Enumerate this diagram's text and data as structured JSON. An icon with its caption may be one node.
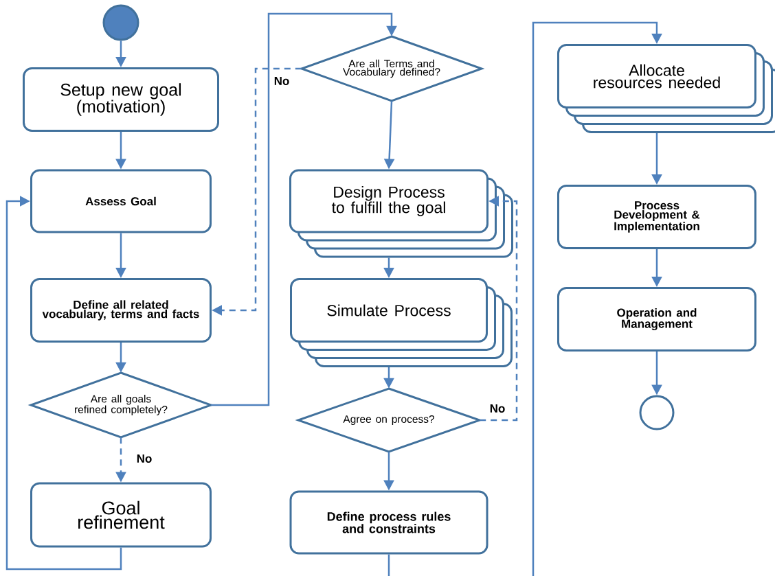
{
  "diagram": {
    "nodes": [
      {
        "text": [],
        "shape": "circle"
      },
      {
        "text": [
          "Setup new goal (motivation)"
        ]
      },
      {
        "text": [
          "Assess Goal"
        ]
      },
      {
        "text": [
          "Define all related vocabulary, terms and facts"
        ]
      },
      {
        "text": [
          "Are all goals refined completely?"
        ]
      },
      {
        "text": [
          "Goal refinement"
        ]
      },
      {
        "text": [
          "Are all Terms and Vocabulary defined?"
        ]
      },
      {
        "text": [
          "Design Process to fulfill the goal"
        ]
      },
      {
        "text": [
          "Simulate Process"
        ]
      },
      {
        "text": [
          "Agree on process?"
        ]
      },
      {
        "text": [
          "Define process rules and constraints"
        ]
      },
      {
        "text": [
          "Allocate resources needed"
        ]
      },
      {
        "text": [
          "Process Development & Implementation"
        ]
      },
      {
        "text": [
          "Operation and Management"
        ]
      },
      {
        "text": [],
        "shape": "circle"
      }
    ],
    "edges": [
      {
        "from": 0,
        "to": 1,
        "arrow": "to"
      },
      {
        "from": 1,
        "to": 2,
        "arrow": "to"
      },
      {
        "from": 2,
        "to": 3,
        "arrow": "to"
      },
      {
        "from": 3,
        "to": 4,
        "arrow": "to"
      },
      {
        "from": 4,
        "to": 5,
        "arrow": "to",
        "label": "No",
        "style": "dashed"
      },
      {
        "from": 5,
        "to": 2,
        "arrow": "to"
      },
      {
        "from": 4,
        "to": 6,
        "arrow": "to"
      },
      {
        "from": 6,
        "to": 3,
        "arrow": "to",
        "label": "No",
        "style": "dashed"
      },
      {
        "from": 6,
        "to": 7,
        "arrow": "to"
      },
      {
        "from": 7,
        "to": 8,
        "arrow": "to"
      },
      {
        "from": 8,
        "to": 9,
        "arrow": "to"
      },
      {
        "from": 9,
        "to": 7,
        "arrow": "to",
        "label": "No",
        "style": "dashed"
      },
      {
        "from": 9,
        "to": 10,
        "arrow": "to"
      },
      {
        "from": 10,
        "to": null,
        "arrow": "none"
      },
      {
        "from": null,
        "to": 11,
        "arrow": "to"
      },
      {
        "from": 11,
        "to": 12,
        "arrow": "to"
      },
      {
        "from": 12,
        "to": 13,
        "arrow": "to"
      },
      {
        "from": 13,
        "to": 14,
        "arrow": "to"
      }
    ]
  }
}
